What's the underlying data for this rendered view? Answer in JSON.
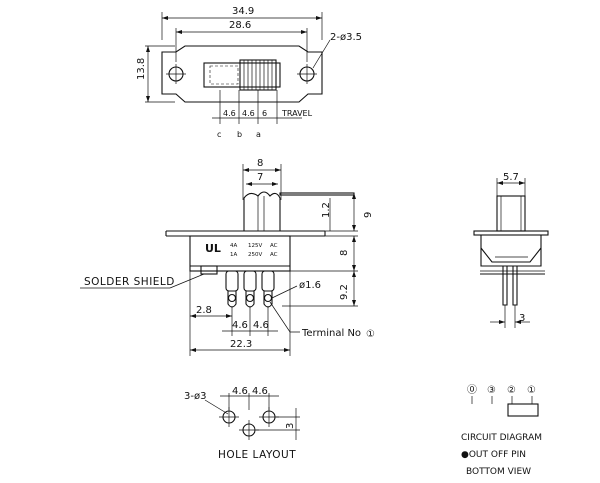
{
  "top_view": {
    "dim_overall": "34.9",
    "dim_hole_pitch": "28.6",
    "dim_height": "13.8",
    "hole_note": "2-ø3.5",
    "dim_a": "4.6",
    "dim_b": "4.6",
    "dim_travel": "6",
    "travel_label": "TRAVEL",
    "pos_c": "c",
    "pos_b": "b",
    "pos_a": "a"
  },
  "front_view": {
    "dim_8": "8",
    "dim_7": "7",
    "dim_12": "1.2",
    "dim_9": "9",
    "dim_8v": "8",
    "dim_92": "9.2",
    "dim_28": "2.8",
    "dim_pin1": "4.6",
    "dim_pin2": "4.6",
    "dim_223": "22.3",
    "dim_pin_dia": "ø1.6",
    "solder_shield": "SOLDER SHIELD",
    "terminal_label": "Terminal No",
    "terminal_num": "①",
    "label_rating1": "4A",
    "label_rating2": "1A",
    "label_volt1": "125V",
    "label_volt2": "250V",
    "label_ac1": "AC",
    "label_ac2": "AC",
    "ul_mark": "UL"
  },
  "side_view": {
    "dim_57": "5.7",
    "dim_3": "3"
  },
  "hole_layout": {
    "note": "3-ø3",
    "dim1": "4.6",
    "dim2": "4.6",
    "dim3": "3",
    "title": "HOLE LAYOUT"
  },
  "circuit": {
    "t1": "⓪",
    "t2": "③",
    "t3": "②",
    "t4": "①",
    "title": "CIRCUIT DIAGRAM",
    "note": "●OUT OFF PIN",
    "view": "BOTTOM VIEW"
  }
}
